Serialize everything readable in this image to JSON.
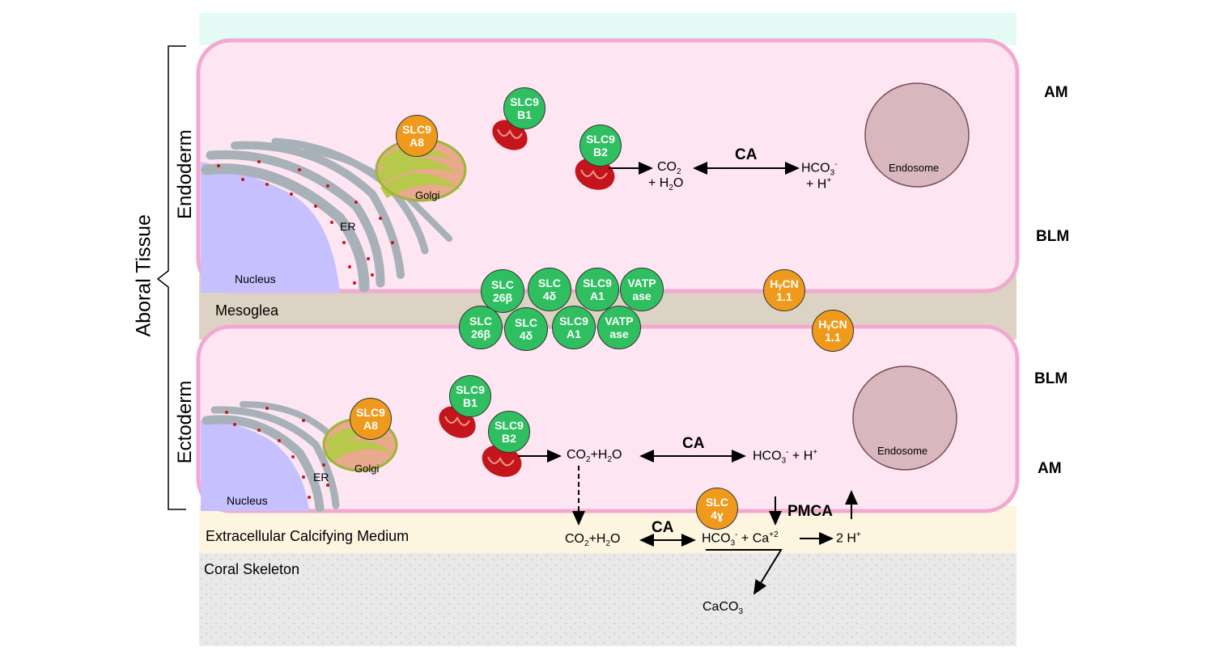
{
  "labels": {
    "aboral_tissue": "Aboral Tissue",
    "endoderm": "Endoderm",
    "ectoderm": "Ectoderm",
    "am_top": "AM",
    "blm_top": "BLM",
    "blm_bottom": "BLM",
    "am_bottom": "AM",
    "mesoglea": "Mesoglea",
    "ecm": "Extracellular Calcifying Medium",
    "coral_skeleton": "Coral Skeleton",
    "endosome": "Endosome",
    "golgi": "Golgi",
    "er": "ER",
    "nucleus": "Nucleus",
    "ca": "CA",
    "pmca": "PMCA"
  },
  "transporters": {
    "slc9a8": "SLC9\nA8",
    "slc9b1": "SLC9\nB1",
    "slc9b2": "SLC9\nB2",
    "slc26b": "SLC\n26β",
    "slc4d": "SLC\n4δ",
    "slc9a1": "SLC9\nA1",
    "vatpase": "VATP\nase",
    "hcn11": "HᵧCN\n1.1",
    "slc4g": "SLC\n4ɣ"
  },
  "equations": {
    "top_co2": "CO",
    "top_h2o": "+  H",
    "top_hco3": "HCO",
    "top_h": "+  H",
    "bot_left": "CO",
    "bot_right": "HCO",
    "ecm_left": "CO",
    "ecm_mid": "HCO",
    "ecm_h": "2 H",
    "caco3": "CaCO"
  },
  "colors": {
    "cell": "#fde6f2",
    "cell_border": "#f2a9cf",
    "lumen": "#e5fbf6",
    "mesoglea": "#ddd3c4",
    "ecm": "#fdf5e0",
    "skeleton": "#e6e6e6",
    "transporter_green": "#2fbf61",
    "transporter_orange": "#ef9a1d",
    "nucleus": "#c6c0ff",
    "er": "#a7b1b7",
    "golgi": "#b6c94a",
    "mito": "#c4151c",
    "endosome": "#d8b7bf"
  }
}
